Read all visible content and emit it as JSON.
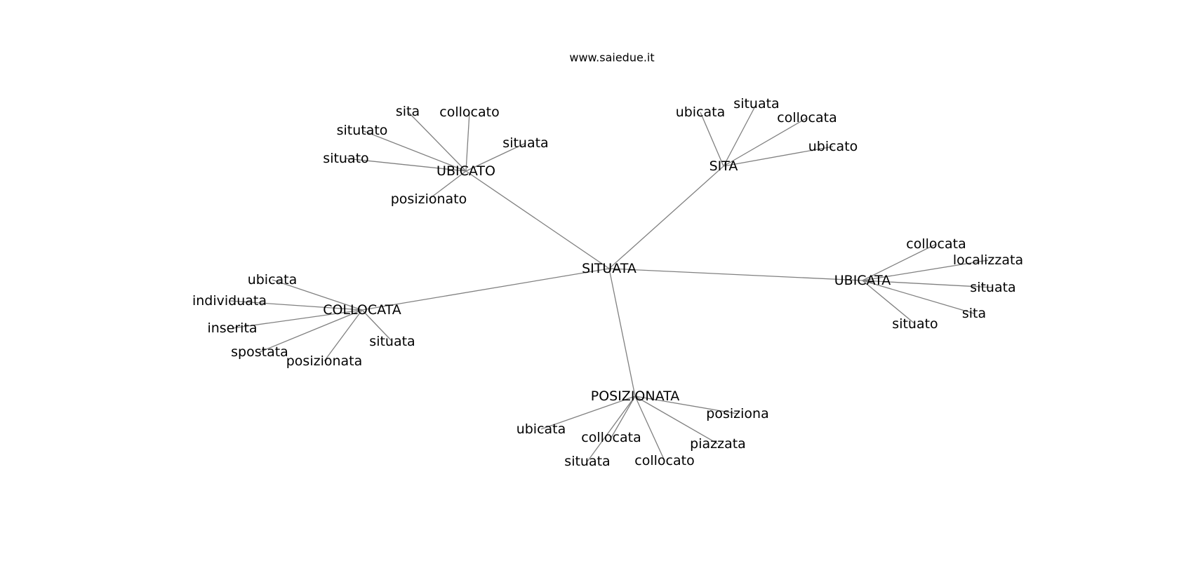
{
  "watermark": "www.saiedue.it",
  "graph": {
    "center": "SITUATA",
    "clusters": [
      {
        "hub": "UBICATO",
        "leaves": [
          "sita",
          "collocato",
          "situtato",
          "situata",
          "situato",
          "posizionato"
        ]
      },
      {
        "hub": "SITA",
        "leaves": [
          "ubicata",
          "situata",
          "collocata",
          "ubicato"
        ]
      },
      {
        "hub": "UBICATA",
        "leaves": [
          "collocata",
          "localizzata",
          "situata",
          "sita",
          "situato"
        ]
      },
      {
        "hub": "COLLOCATA",
        "leaves": [
          "ubicata",
          "individuata",
          "inserita",
          "spostata",
          "posizionata",
          "situata"
        ]
      },
      {
        "hub": "POSIZIONATA",
        "leaves": [
          "posiziona",
          "ubicata",
          "collocata",
          "piazzata",
          "situata",
          "collocato"
        ]
      }
    ]
  }
}
